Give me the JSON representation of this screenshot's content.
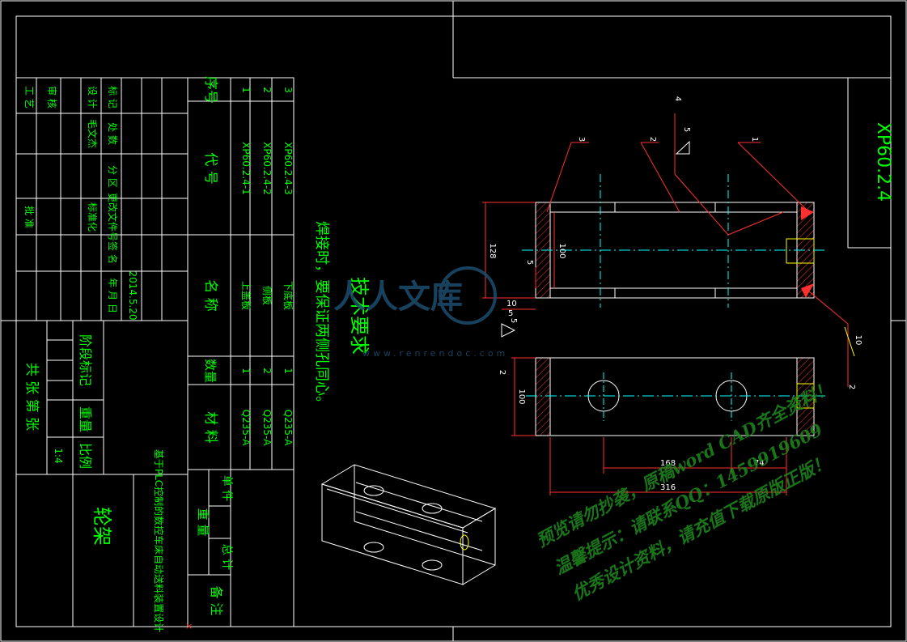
{
  "drawing": {
    "part_code": "XP60.2.4",
    "tech_req_title": "技术要求",
    "tech_req_text": "焊接时，要保证两侧孔同心。",
    "name": "轮架",
    "project": "基于PLC控制的数控车床自动送料装置设计",
    "scale_label": "比例",
    "scale_value": "1:4",
    "weight_label": "重量",
    "stage_label": "阶段标记",
    "sheets_label": "共  张  第  张",
    "date": "2014.5.20",
    "designer": "毛文杰"
  },
  "title_block": {
    "left_labels": [
      "工 艺",
      "审 核",
      "批 准"
    ],
    "left_labels2": [
      "设 计",
      "标 记"
    ],
    "col3": [
      "处 数",
      "分 区",
      "更改文件号",
      "签 名",
      "年 月 日"
    ],
    "std_label": "标准化"
  },
  "bom": {
    "headers": {
      "seq": "序号",
      "code": "代  号",
      "name": "名    称",
      "qty": "数量",
      "material": "材  料",
      "unit_weight": "单 件",
      "total_weight": "总 计",
      "weight": "重  量",
      "remark": "备 注"
    },
    "rows": [
      {
        "seq": "3",
        "code": "XP60.2.4-3",
        "name": "下底板",
        "qty": "1",
        "material": "Q235-A"
      },
      {
        "seq": "2",
        "code": "XP60.2.4-2",
        "name": "侧板",
        "qty": "2",
        "material": "Q235-A"
      },
      {
        "seq": "1",
        "code": "XP60.2.4-1",
        "name": "上盖板",
        "qty": "1",
        "material": "Q235-A"
      }
    ]
  },
  "dimensions": {
    "d128": "128",
    "d100a": "100",
    "d100b": "100",
    "d5a": "5",
    "d5b": "5",
    "d10": "10",
    "d168": "168",
    "d74": "74",
    "d316": "316",
    "d10r": "10"
  },
  "balloons": [
    "1",
    "2",
    "3",
    "4"
  ],
  "weld": {
    "w5": "5",
    "w2": "2",
    "w2b": "2",
    "w5b": "5"
  },
  "watermark": {
    "logo": "人人文库",
    "url": "www.renrendoc.com",
    "line1": "预览请勿抄袭，原稿word CAD齐全资料！",
    "line2": "温馨提示：请联系QQ：1459919609",
    "line3": "优秀设计资料，请充值下载原版正版！"
  },
  "colors": {
    "line": "#ffffff",
    "text": "#00ff00",
    "dim": "#ff3030",
    "center": "#00ffff",
    "weld": "#ffff00"
  }
}
